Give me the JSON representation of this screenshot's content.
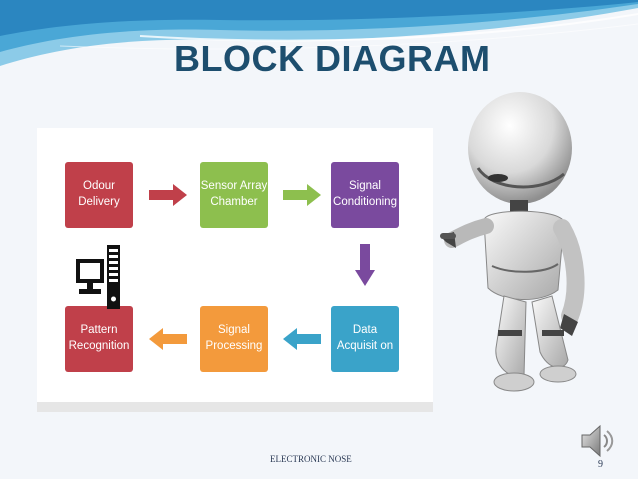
{
  "slide": {
    "title": "BLOCK DIAGRAM",
    "footer": "ELECTRONIC NOSE",
    "page_number": "9"
  },
  "diagram": {
    "blocks": [
      {
        "id": "odour",
        "label": "Odour\nDelivery",
        "color": "#c0404a"
      },
      {
        "id": "sensor",
        "label": "Sensor Array\nChamber",
        "color": "#8dbf4e"
      },
      {
        "id": "signal-conditioning",
        "label": "Signal\nConditioning",
        "color": "#7a4a9e"
      },
      {
        "id": "data",
        "label": "Data\nAcquisit on",
        "color": "#3aa3c9"
      },
      {
        "id": "signal-processing",
        "label": "Signal\nProcessing",
        "color": "#f39a3c"
      },
      {
        "id": "pattern",
        "label": "Pattern\nRecognition",
        "color": "#c0404a"
      }
    ]
  },
  "icons": {
    "computer": "computer-icon",
    "robot": "robot-image",
    "speaker": "speaker-icon"
  },
  "colors": {
    "title": "#1d4e6e",
    "accent_wave": "#4aa7d6"
  }
}
